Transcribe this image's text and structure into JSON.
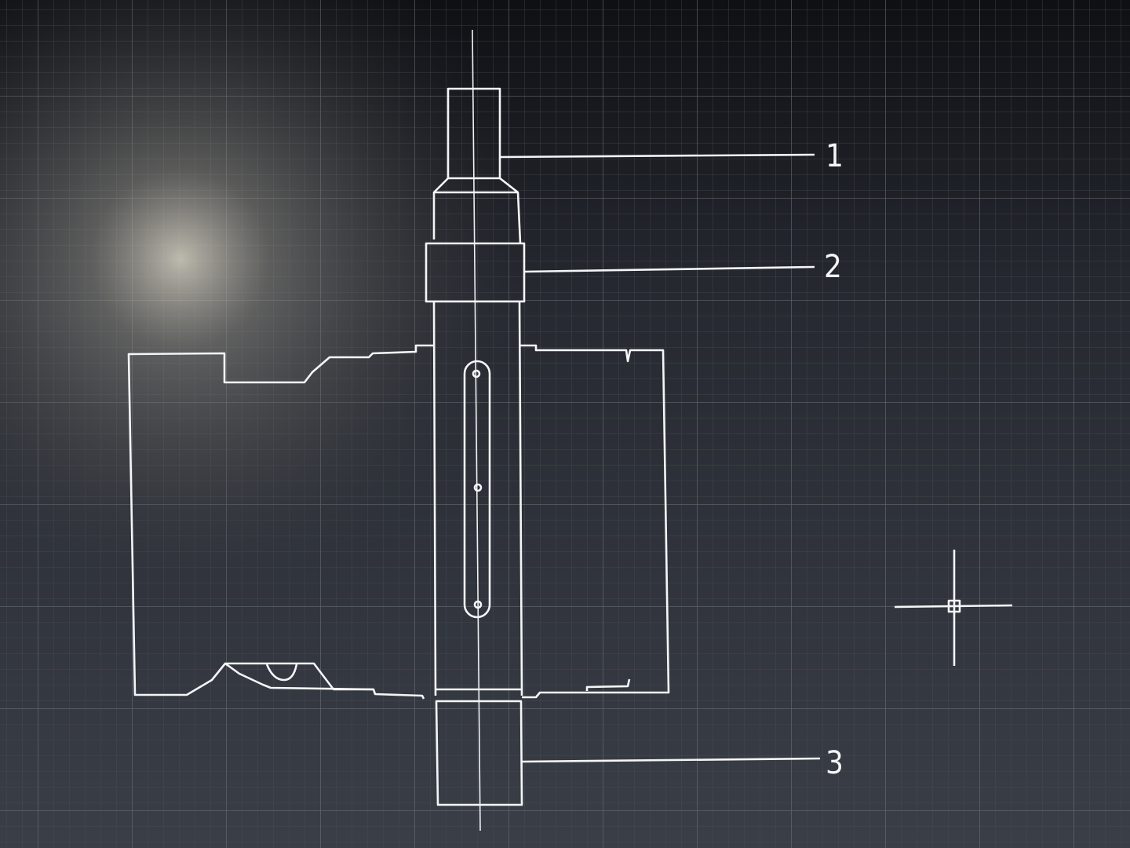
{
  "drawing": {
    "callouts": [
      {
        "label": "1"
      },
      {
        "label": "2"
      },
      {
        "label": "3"
      }
    ]
  },
  "colors": {
    "background": "#2a2d33",
    "lines": "#f4f5f7",
    "grid": "#5a5f69"
  }
}
